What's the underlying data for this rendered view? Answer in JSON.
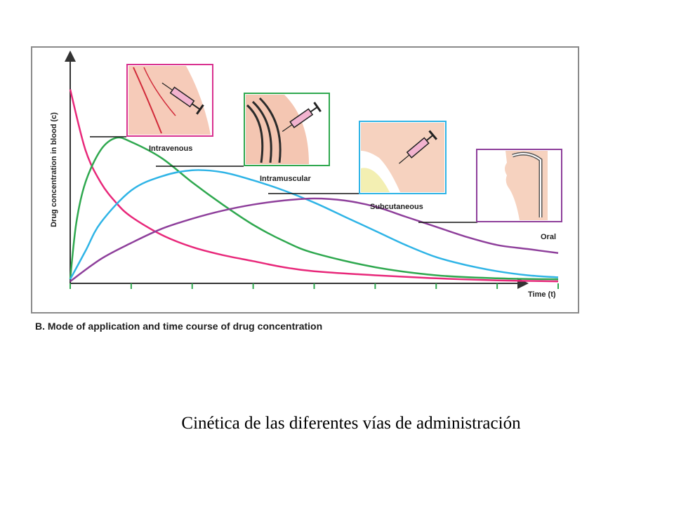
{
  "figure": {
    "caption": "B. Mode of application and time course of drug concentration"
  },
  "slide_title": "Cinética de las diferentes vías de administración",
  "chart_data": {
    "type": "line",
    "title": "",
    "xlabel": "Time (t)",
    "ylabel": "Drug concentration in blood (c)",
    "x_ticks": 8,
    "ylim": [
      0,
      1
    ],
    "xlim": [
      0,
      8
    ],
    "grid": false,
    "series": [
      {
        "name": "Intravenous",
        "color": "#e8287a",
        "x": [
          0,
          0.25,
          0.5,
          0.75,
          1,
          1.5,
          2,
          2.5,
          3,
          3.5,
          4,
          5,
          6,
          7,
          8
        ],
        "y": [
          0.96,
          0.66,
          0.5,
          0.4,
          0.33,
          0.24,
          0.18,
          0.14,
          0.11,
          0.08,
          0.06,
          0.04,
          0.025,
          0.015,
          0.01
        ]
      },
      {
        "name": "Intramuscular",
        "color": "#2fa84f",
        "x": [
          0,
          0.1,
          0.25,
          0.5,
          0.75,
          1,
          1.5,
          2,
          2.5,
          3,
          3.5,
          4,
          5,
          6,
          7,
          8
        ],
        "y": [
          0.02,
          0.3,
          0.5,
          0.66,
          0.72,
          0.7,
          0.62,
          0.5,
          0.39,
          0.29,
          0.21,
          0.15,
          0.08,
          0.04,
          0.025,
          0.02
        ]
      },
      {
        "name": "Subcutaneous",
        "color": "#2fb4e6",
        "x": [
          0,
          0.25,
          0.5,
          1,
          1.5,
          2,
          2.5,
          3,
          3.5,
          4,
          4.5,
          5,
          5.5,
          6,
          6.5,
          7,
          7.5,
          8
        ],
        "y": [
          0.02,
          0.16,
          0.3,
          0.46,
          0.53,
          0.56,
          0.55,
          0.51,
          0.46,
          0.4,
          0.33,
          0.26,
          0.19,
          0.13,
          0.09,
          0.06,
          0.04,
          0.03
        ]
      },
      {
        "name": "Oral",
        "color": "#8e3f9b",
        "x": [
          0,
          0.5,
          1,
          1.5,
          2,
          2.5,
          3,
          3.5,
          4,
          4.5,
          5,
          5.5,
          6,
          6.5,
          7,
          7.5,
          8
        ],
        "y": [
          0.01,
          0.12,
          0.2,
          0.27,
          0.32,
          0.36,
          0.39,
          0.41,
          0.42,
          0.41,
          0.38,
          0.33,
          0.28,
          0.23,
          0.19,
          0.17,
          0.15
        ]
      }
    ],
    "insets": [
      {
        "label": "Intravenous",
        "frame_color": "#d9318f"
      },
      {
        "label": "Intramuscular",
        "frame_color": "#2fa84f"
      },
      {
        "label": "Subcutaneous",
        "frame_color": "#2fb4e6"
      },
      {
        "label": "Oral",
        "frame_color": "#8e3f9b"
      }
    ]
  }
}
